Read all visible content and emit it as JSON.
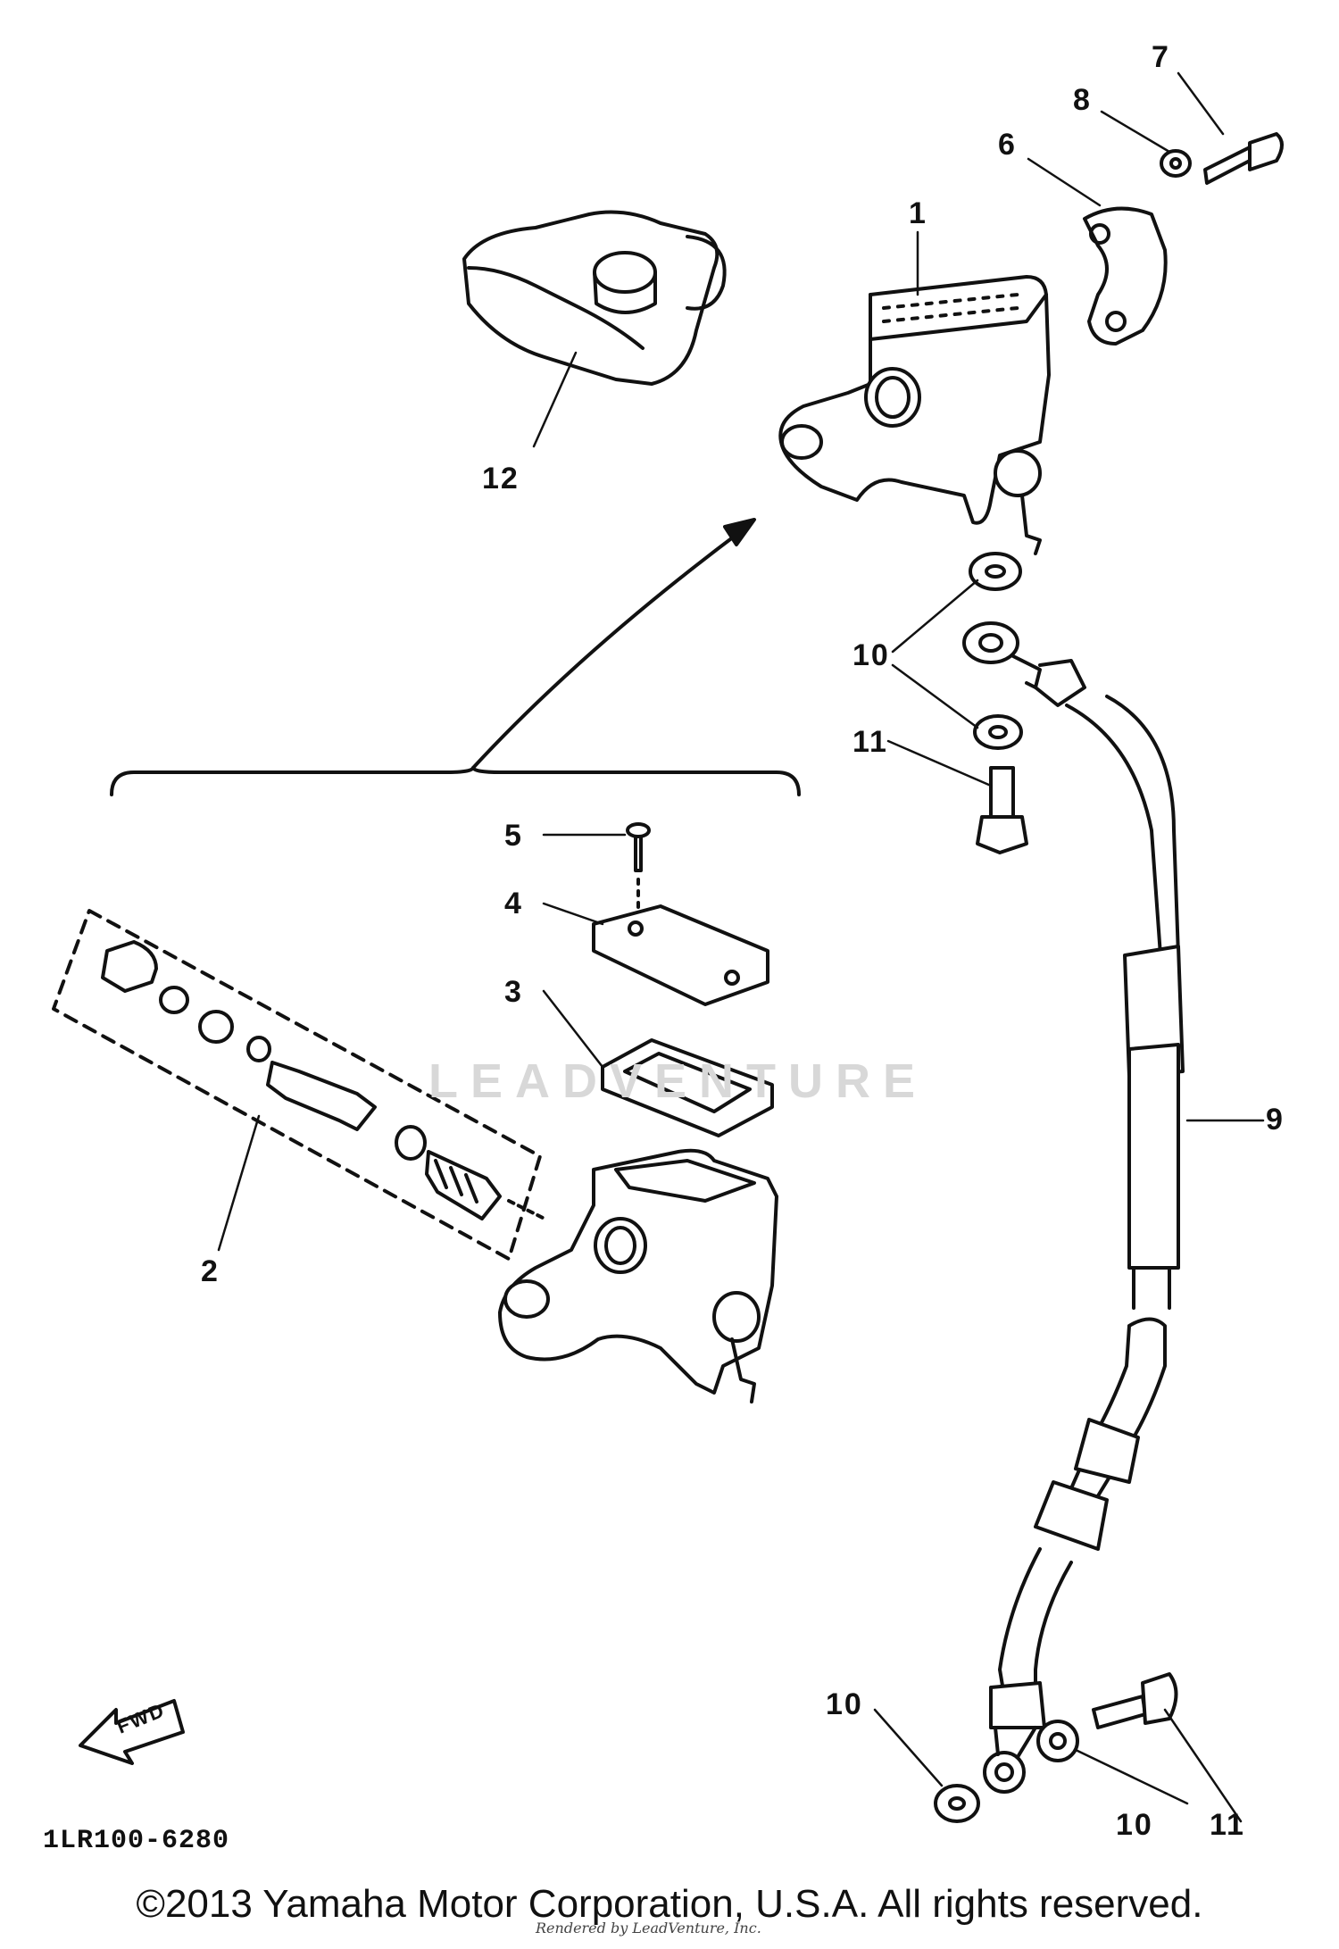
{
  "callouts": {
    "c1": "1",
    "c2": "2",
    "c3": "3",
    "c4": "4",
    "c5": "5",
    "c6": "6",
    "c7": "7",
    "c8": "8",
    "c9": "9",
    "c10a": "10",
    "c10b": "10",
    "c10c": "10",
    "c11a": "11",
    "c11b": "11",
    "c12": "12"
  },
  "fwd_label": "FWD",
  "diagram_code": "1LR100-6280",
  "watermark": "LEADVENTURE",
  "copyright": "©2013 Yamaha Motor Corporation, U.S.A. All rights reserved.",
  "render_credit": "Rendered by LeadVenture, Inc."
}
